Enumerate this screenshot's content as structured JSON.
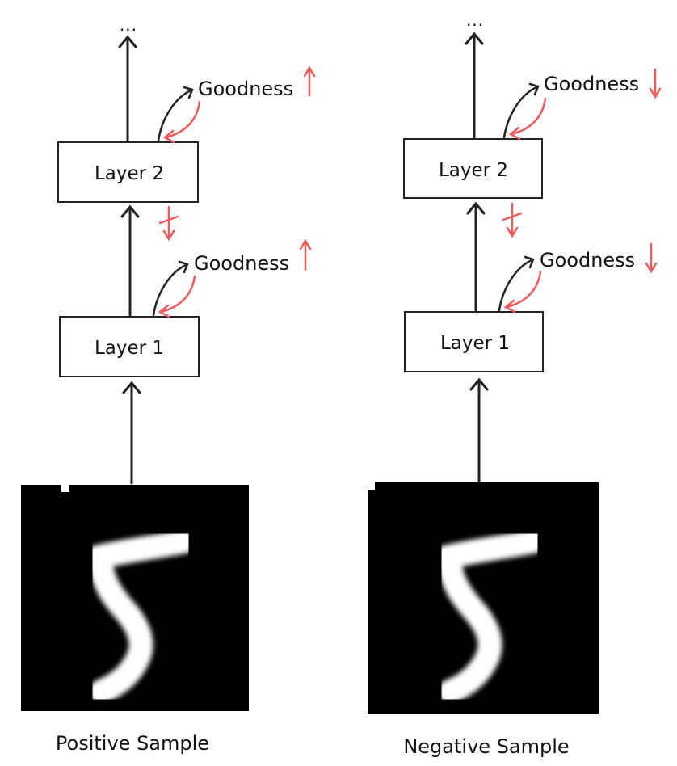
{
  "columns": [
    {
      "id": "positive",
      "caption": "Positive Sample",
      "top_label": "...",
      "layers": [
        "Layer 1",
        "Layer 2"
      ],
      "goodness": [
        {
          "label": "Goodness",
          "direction": "up"
        },
        {
          "label": "Goodness",
          "direction": "up"
        }
      ],
      "digit_label": "5"
    },
    {
      "id": "negative",
      "caption": "Negative Sample",
      "top_label": "...",
      "layers": [
        "Layer 1",
        "Layer 2"
      ],
      "goodness": [
        {
          "label": "Goodness",
          "direction": "down"
        },
        {
          "label": "Goodness",
          "direction": "down"
        }
      ],
      "digit_label": "5"
    }
  ],
  "colors": {
    "line": "#222222",
    "accent": "#f05a5a",
    "image_bg": "#000000",
    "digit": "#ffffff"
  },
  "icons": [
    "arrow-up-icon",
    "curved-arrow-icon",
    "goodness-up-icon",
    "goodness-down-icon",
    "blocked-gradient-icon"
  ]
}
